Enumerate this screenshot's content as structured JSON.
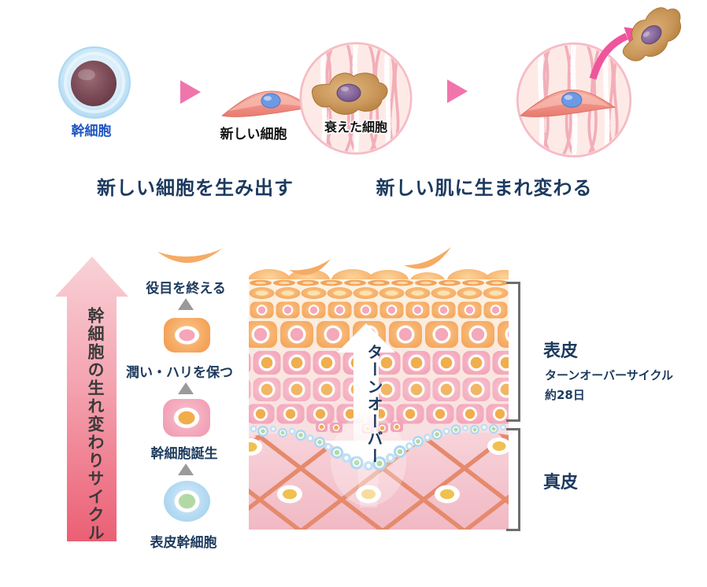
{
  "top_flow": {
    "stem_cell_label": "幹細胞",
    "new_cell_label": "新しい細胞",
    "old_cell_label": "衰えた細胞",
    "caption_left": "新しい細胞を生み出す",
    "caption_right": "新しい肌に生まれ変わる"
  },
  "cycle": {
    "arrow_label": "幹細胞の生れ変わりサイクル",
    "stage_top": "役目を終える",
    "stage_keep": "潤い・ハリを保つ",
    "stage_birth": "幹細胞誕生",
    "stage_bottom": "表皮幹細胞"
  },
  "skin": {
    "turnover_label": "ターンオーバー",
    "epidermis_label": "表皮",
    "cycle_note_line1": "ターンオーバーサイクル",
    "cycle_note_line2": "約28日",
    "dermis_label": "真皮"
  },
  "colors": {
    "navy_text": "#1c3a5e",
    "stem_label_blue": "#1d54c4",
    "accent_pink_arrow": "#f075ac",
    "cycle_arrow_top": "#f9cfd6",
    "cycle_arrow_bottom": "#eb5f74",
    "orange_cell": "#f4a157",
    "pink_cell": "#f1a0b6",
    "basal_blue": "#a9d4f0",
    "basal_green": "#b2d9a4",
    "dermis_fiber": "#e58a6c",
    "bracket_gray": "#6e6e6e"
  }
}
